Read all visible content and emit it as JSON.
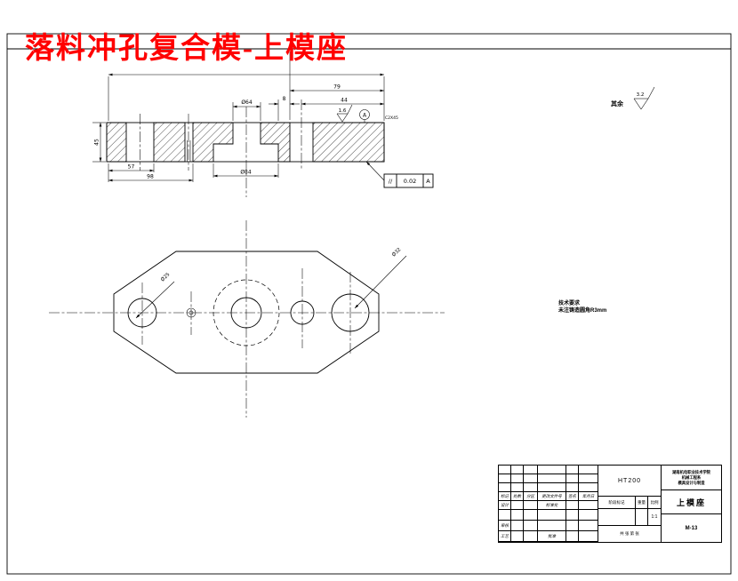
{
  "title": "落料冲孔复合模-上模座",
  "surface_note": {
    "label": "其余",
    "value": "3.2"
  },
  "tech_notes": {
    "line1": "技术要求",
    "line2": "未注铸造圆角R3mm"
  },
  "section": {
    "dims": {
      "top_span": "79",
      "top_inner": "44",
      "gap": "8",
      "bore_top": "Ø64",
      "bore_bottom": "Ø84",
      "height": "45",
      "bottom_left": "57",
      "bottom_span": "98",
      "roughness": "1.6",
      "chamfer": "C2X45",
      "datum": "A"
    },
    "tolerance_frame": {
      "symbol": "//",
      "value": "0.02",
      "datum": "A"
    }
  },
  "plan": {
    "callout_left": "Ø25",
    "callout_right": "Ø32"
  },
  "title_block": {
    "change_row": [
      "标记",
      "处数",
      "分区",
      "更改文件号",
      "签名",
      "年月日"
    ],
    "design": "设计",
    "standard": "标准化",
    "check": "审核",
    "process": "工艺",
    "approve": "批准",
    "material": "HT200",
    "stage": "阶段标记",
    "weight": "重量",
    "scale": "比例",
    "scale_value": "1:1",
    "sheets": "共 张 第 张",
    "org_line1": "湖南机电职业技术学院",
    "org_line2": "机械工程系",
    "org_line3": "模具设计与制造",
    "part_name": "上模座",
    "drawing_no": "M-13"
  }
}
